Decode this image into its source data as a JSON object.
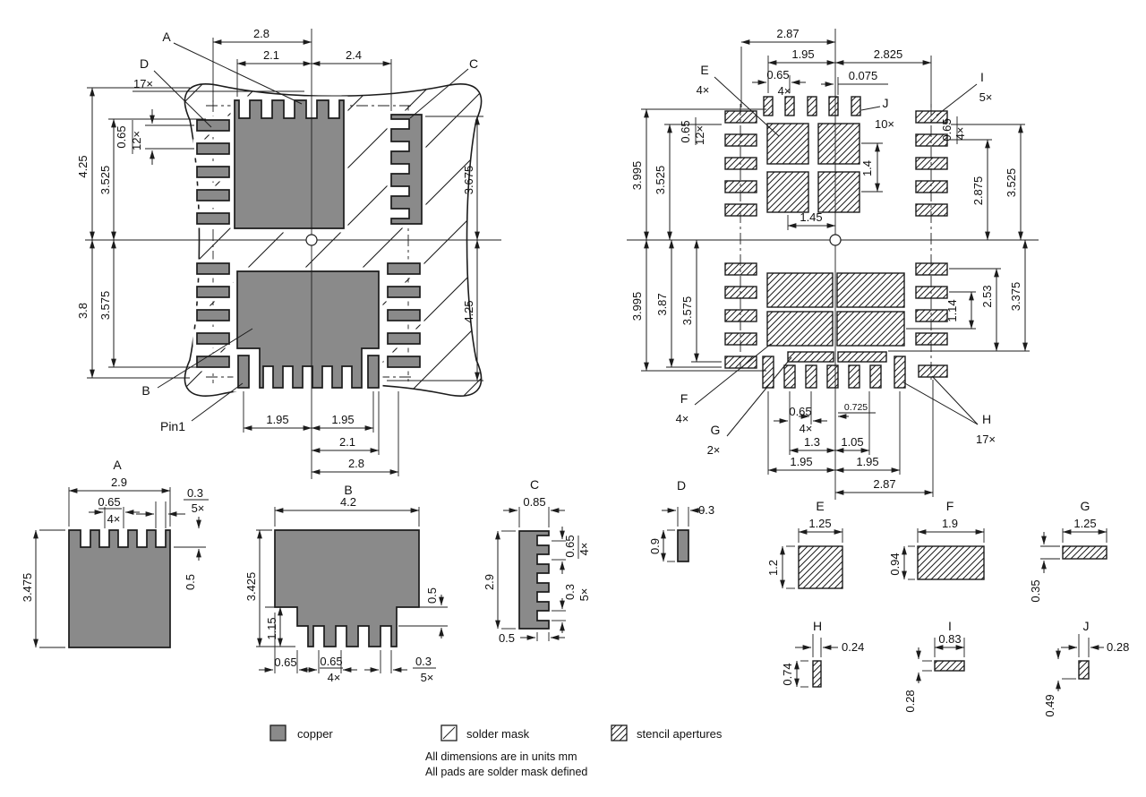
{
  "colors": {
    "copper": "#8a8a8a",
    "line": "#1c1c1c",
    "background": "#ffffff"
  },
  "legend": {
    "copper": "copper",
    "solder_mask": "solder mask",
    "stencil": "stencil apertures",
    "note1": "All dimensions are in units mm",
    "note2": "All pads are solder mask defined"
  },
  "left": {
    "a": "A",
    "b": "B",
    "c": "C",
    "d": "D",
    "pin1": "Pin1",
    "n17": "17×",
    "p065": "0.65",
    "n12": "12×",
    "t28": "2.8",
    "t21": "2.1",
    "t24": "2.4",
    "l425": "4.25",
    "l3525": "3.525",
    "l38": "3.8",
    "l3575": "3.575",
    "r3675": "3.675",
    "r425": "4.25",
    "b195a": "1.95",
    "b195b": "1.95",
    "b21": "2.1",
    "b28": "2.8"
  },
  "right": {
    "t287": "2.87",
    "t195": "1.95",
    "t2825": "2.825",
    "e": "E",
    "e4": "4×",
    "tp065": "0.65",
    "tp4": "4×",
    "t0075": "0.075",
    "j": "J",
    "j10": "10×",
    "i": "I",
    "i5": "5×",
    "lp065": "0.65",
    "lp12": "12×",
    "rp065": "0.65",
    "rp4": "4×",
    "lt3995": "3.995",
    "lt3525": "3.525",
    "v14": "1.4",
    "v145": "1.45",
    "rt2875": "2.875",
    "rt3525": "3.525",
    "lb3995": "3.995",
    "lb387": "3.87",
    "lb3575": "3.575",
    "rb253": "2.53",
    "rb114": "1.14",
    "rb3375": "3.375",
    "f": "F",
    "f4": "4×",
    "g": "G",
    "g2": "2×",
    "bp065": "0.65",
    "bp4": "4×",
    "b0725": "0.725",
    "b13": "1.3",
    "b105": "1.05",
    "b195a": "1.95",
    "b195b": "1.95",
    "b287": "2.87",
    "h": "H",
    "h17": "17×"
  },
  "details": {
    "a": {
      "t": "A",
      "w": "2.9",
      "p": "0.65",
      "pn": "4×",
      "s": "0.3",
      "sn": "5×",
      "d": "0.5",
      "h": "3.475"
    },
    "b": {
      "t": "B",
      "w": "4.2",
      "h": "3.425",
      "step": "1.15",
      "e": "0.65",
      "p": "0.65",
      "pn": "4×",
      "s": "0.3",
      "sn": "5×",
      "d": "0.5"
    },
    "c": {
      "t": "C",
      "w": "0.85",
      "p": "0.65",
      "pn": "4×",
      "s": "0.3",
      "sn": "5×",
      "h": "2.9",
      "d": "0.5"
    },
    "d": {
      "t": "D",
      "w": "0.3",
      "h": "0.9"
    },
    "e": {
      "t": "E",
      "w": "1.25",
      "h": "1.2"
    },
    "f": {
      "t": "F",
      "w": "1.9",
      "h": "0.94"
    },
    "g": {
      "t": "G",
      "w": "1.25",
      "h": "0.35"
    },
    "h": {
      "t": "H",
      "w": "0.24",
      "h": "0.74"
    },
    "i": {
      "t": "I",
      "w": "0.83",
      "h": "0.28"
    },
    "j": {
      "t": "J",
      "w": "0.28",
      "h": "0.49"
    }
  }
}
